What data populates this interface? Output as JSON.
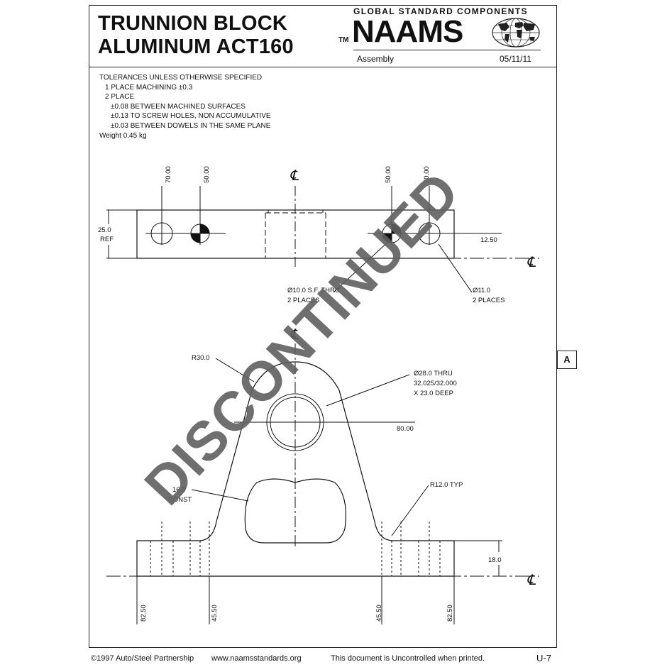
{
  "header": {
    "title_line1": "TRUNNION BLOCK",
    "title_line2": "ALUMINUM ACT160",
    "brand_top": "GLOBAL STANDARD COMPONENTS",
    "brand_tm": "TM",
    "brand_name": "NAAMS",
    "category": "Assembly",
    "date": "05/11/11"
  },
  "notes": {
    "lines": [
      "TOLERANCES UNLESS OTHERWISE SPECIFIED",
      "  1 PLACE MACHINING ±0.3",
      "  2 PLACE",
      "    ±0.08 BETWEEN MACHINED SURFACES",
      "    ±0.13 TO SCREW HOLES, NON ACCUMULATIVE",
      "    ±0.03 BETWEEN DOWELS IN THE SAME PLANE",
      "Weight 0.45 kg"
    ]
  },
  "top_view": {
    "dim_70_left": "70.00",
    "dim_50_left": "50.00",
    "dim_50_right": "50.00",
    "dim_70_right": "70.00",
    "dim_height_1": "25.0",
    "dim_height_2": "REF",
    "dim_12_5": "12.50",
    "callout_sf_1": "Ø10.0 S.F. THRU",
    "callout_sf_2": "2 PLACES",
    "callout_hole_1": "Ø11.0",
    "callout_hole_2": "2 PLACES",
    "centerline": "℄"
  },
  "front_view": {
    "radius": "R30.0",
    "bore_1": "Ø28.0 THRU",
    "bore_2": "32.025/32.000",
    "bore_3": "X 23.0 DEEP",
    "dim_80": "80.00",
    "const_1": "16.0",
    "const_2": "CONST",
    "fillet": "R12.0 TYP",
    "dim_18": "18.0",
    "dim_82_5_left": "82.50",
    "dim_45_5_left": "45.50",
    "dim_45_5_right": "45.50",
    "dim_82_5_right": "82.50",
    "centerline": "℄"
  },
  "tab_label": "A",
  "watermark": "DISCONTINUED",
  "footer": {
    "copyright": "©1997  Auto/Steel Partnership",
    "website": "www.naamsstandards.org",
    "notice": "This  document  is  Uncontrolled  when  printed.",
    "page": "U-7"
  }
}
